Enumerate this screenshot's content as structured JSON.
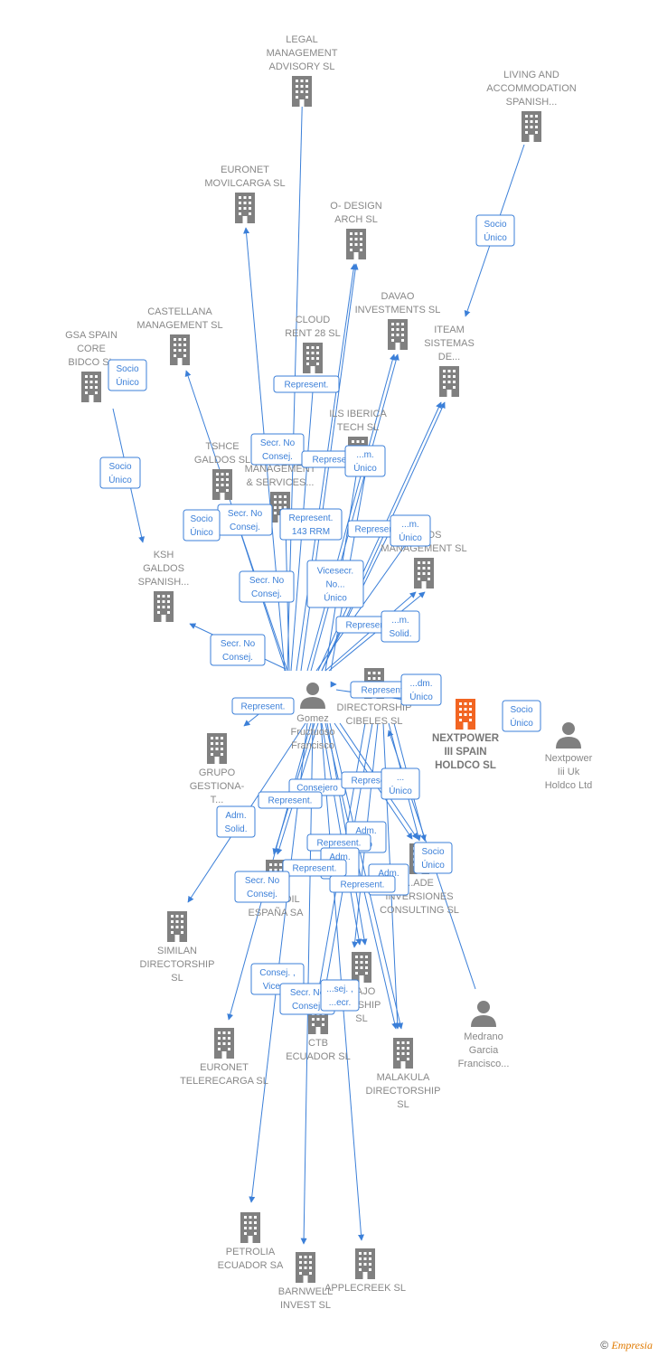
{
  "colors": {
    "edge": "#3b7fd8",
    "node": "#808080",
    "highlight": "#f26522"
  },
  "nodes": [
    {
      "id": "legal",
      "type": "company",
      "lines": [
        "LEGAL",
        "MANAGEMENT",
        "ADVISORY  SL"
      ]
    },
    {
      "id": "living",
      "type": "company",
      "lines": [
        "LIVING AND",
        "ACCOMMODATION",
        "SPANISH..."
      ]
    },
    {
      "id": "euronet_m",
      "type": "company",
      "lines": [
        "EURONET",
        "MOVILCARGA SL"
      ]
    },
    {
      "id": "odesign",
      "type": "company",
      "lines": [
        "O- DESIGN",
        "ARCH  SL"
      ]
    },
    {
      "id": "davao",
      "type": "company",
      "lines": [
        "DAVAO",
        "INVESTMENTS SL"
      ]
    },
    {
      "id": "castellana",
      "type": "company",
      "lines": [
        "CASTELLANA",
        "MANAGEMENT SL"
      ]
    },
    {
      "id": "cloud",
      "type": "company",
      "lines": [
        "CLOUD",
        "RENT 28  SL"
      ]
    },
    {
      "id": "iteam",
      "type": "company",
      "lines": [
        "ITEAM",
        "SISTEMAS",
        "DE..."
      ]
    },
    {
      "id": "gsa",
      "type": "company",
      "lines": [
        "GSA SPAIN",
        "CORE",
        "BIDCO  SL"
      ]
    },
    {
      "id": "ils",
      "type": "company",
      "lines": [
        "ILS IBERICA",
        "TECH  SL"
      ]
    },
    {
      "id": "tshce",
      "type": "company",
      "lines": [
        "TSHCE",
        "GALDOS  SL"
      ]
    },
    {
      "id": "manage",
      "type": "company",
      "lines": [
        "MANAGEMENT",
        "& SERVICES..."
      ]
    },
    {
      "id": "etos",
      "type": "company",
      "lines": [
        "...ETOS",
        "MANAGEMENT SL"
      ]
    },
    {
      "id": "ksh",
      "type": "company",
      "lines": [
        "KSH",
        "GALDOS",
        "SPANISH..."
      ]
    },
    {
      "id": "gomez",
      "type": "person",
      "lines": [
        "Gomez",
        "Fructuoso",
        "Francisco"
      ]
    },
    {
      "id": "dircib",
      "type": "company",
      "lines": [
        "DIRECTORSHIP",
        "CIBELES SL"
      ]
    },
    {
      "id": "nextpower",
      "type": "company",
      "highlight": true,
      "lines": [
        "NEXTPOWER",
        "III SPAIN",
        "HOLDCO  SL"
      ]
    },
    {
      "id": "nextuk",
      "type": "person",
      "lines": [
        "Nextpower",
        "Iii Uk",
        "Holdco Ltd"
      ]
    },
    {
      "id": "grupo",
      "type": "company",
      "lines": [
        "GRUPO",
        "GESTIONA-",
        "T..."
      ]
    },
    {
      "id": "onwl",
      "type": "company",
      "lines": [
        "ONWL OIL",
        "ESPAÑA SA"
      ]
    },
    {
      "id": "ade",
      "type": "company",
      "lines": [
        "...ADE",
        "INVERSIONES",
        "CONSULTING SL"
      ]
    },
    {
      "id": "similan",
      "type": "company",
      "lines": [
        "SIMILAN",
        "DIRECTORSHIP",
        "SL"
      ]
    },
    {
      "id": "ajo",
      "type": "company",
      "lines": [
        "...AJO",
        "...RSHIP",
        "SL"
      ]
    },
    {
      "id": "medrano",
      "type": "person",
      "lines": [
        "Medrano",
        "Garcia",
        "Francisco..."
      ]
    },
    {
      "id": "euronet_t",
      "type": "company",
      "lines": [
        "EURONET",
        "TELERECARGA SL"
      ]
    },
    {
      "id": "ctb",
      "type": "company",
      "lines": [
        "CTB",
        "ECUADOR  SL"
      ]
    },
    {
      "id": "malakula",
      "type": "company",
      "lines": [
        "MALAKULA",
        "DIRECTORSHIP",
        "SL"
      ]
    },
    {
      "id": "petrolia",
      "type": "company",
      "lines": [
        "PETROLIA",
        "ECUADOR SA"
      ]
    },
    {
      "id": "barnwell",
      "type": "company",
      "lines": [
        "BARNWELL",
        "INVEST  SL"
      ]
    },
    {
      "id": "applecreek",
      "type": "company",
      "lines": [
        "APPLECREEK SL"
      ]
    }
  ],
  "edge_labels": [
    {
      "lines": [
        "Socio",
        "Único"
      ]
    },
    {
      "lines": [
        "Socio",
        "Único"
      ]
    },
    {
      "lines": [
        "Socio",
        "Único"
      ]
    },
    {
      "lines": [
        "Represent."
      ]
    },
    {
      "lines": [
        "Secr.  No",
        "Consej."
      ]
    },
    {
      "lines": [
        "Represent."
      ]
    },
    {
      "lines": [
        "...m.",
        "Único"
      ]
    },
    {
      "lines": [
        "Secr.  No",
        "Consej."
      ]
    },
    {
      "lines": [
        "Socio",
        "Único"
      ]
    },
    {
      "lines": [
        "Represent.",
        "143 RRM"
      ]
    },
    {
      "lines": [
        "Represent."
      ]
    },
    {
      "lines": [
        "...m.",
        "Único"
      ]
    },
    {
      "lines": [
        "Secr.  No",
        "Consej."
      ]
    },
    {
      "lines": [
        "Vicesecr.",
        "No...",
        "Único"
      ]
    },
    {
      "lines": [
        "Represent."
      ]
    },
    {
      "lines": [
        "...m.",
        "Solid."
      ]
    },
    {
      "lines": [
        "Secr.  No",
        "Consej."
      ]
    },
    {
      "lines": [
        "Represent."
      ]
    },
    {
      "lines": [
        "...dm.",
        "Único"
      ]
    },
    {
      "lines": [
        "Represent."
      ]
    },
    {
      "lines": [
        "Socio",
        "Único"
      ]
    },
    {
      "lines": [
        "Consejero"
      ]
    },
    {
      "lines": [
        "Represent."
      ]
    },
    {
      "lines": [
        "...",
        "Único"
      ]
    },
    {
      "lines": [
        "Represent."
      ]
    },
    {
      "lines": [
        "Adm.",
        "Solid."
      ]
    },
    {
      "lines": [
        "Adm.",
        "...o"
      ]
    },
    {
      "lines": [
        "Represent."
      ]
    },
    {
      "lines": [
        "Adm.",
        "...d."
      ]
    },
    {
      "lines": [
        "Represent."
      ]
    },
    {
      "lines": [
        "Socio",
        "Único"
      ]
    },
    {
      "lines": [
        "Secr.  No",
        "Consej."
      ]
    },
    {
      "lines": [
        "Adm.",
        "...o"
      ]
    },
    {
      "lines": [
        "Represent."
      ]
    },
    {
      "lines": [
        "Consej. ,",
        "Vices..."
      ]
    },
    {
      "lines": [
        "Secr.  No",
        "Consej."
      ]
    },
    {
      "lines": [
        "...sej. ,",
        "...ecr."
      ]
    }
  ],
  "copyright": {
    "symbol": "©",
    "brand": "Empresia"
  }
}
